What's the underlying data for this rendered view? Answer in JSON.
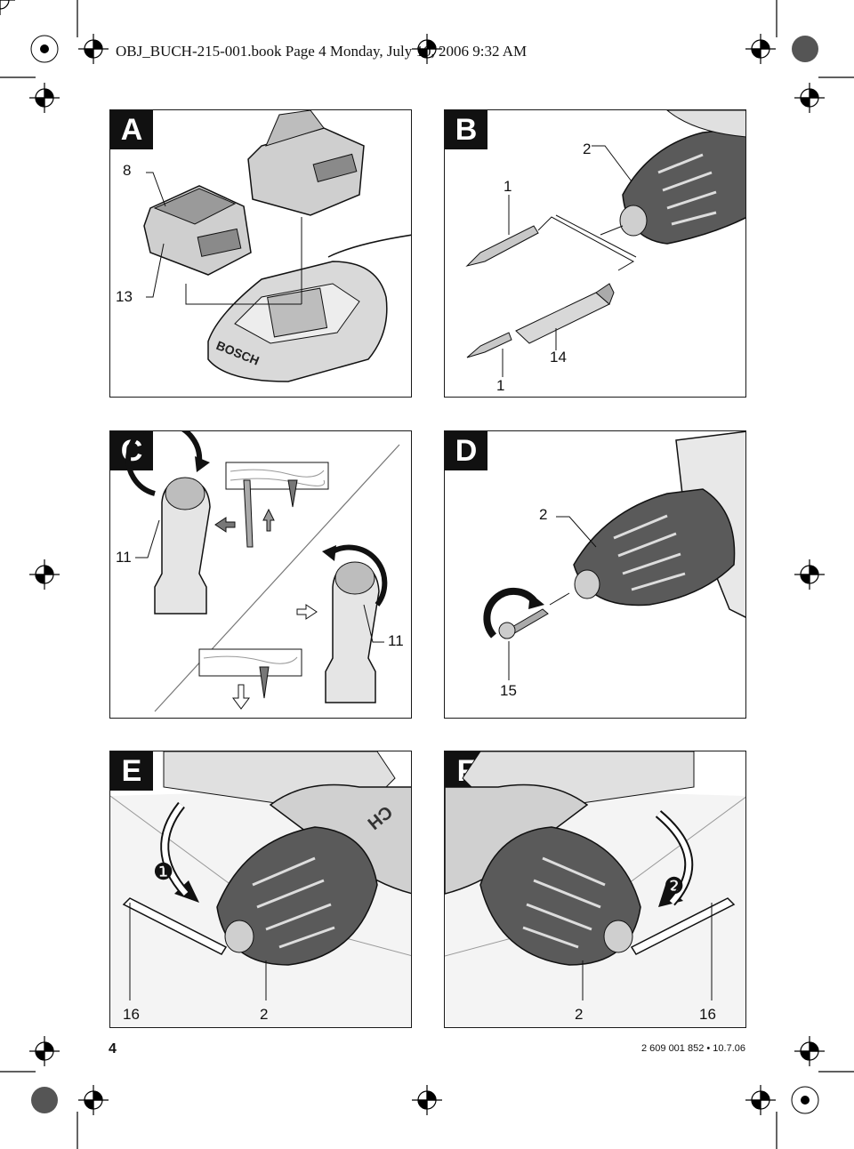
{
  "header": {
    "text": "OBJ_BUCH-215-001.book  Page 4  Monday, July 10, 2006  9:32 AM"
  },
  "panels": {
    "A": {
      "label": "A",
      "callouts": {
        "c8": "8",
        "c13": "13"
      },
      "brand": "BOSCH"
    },
    "B": {
      "label": "B",
      "callouts": {
        "c2": "2",
        "c1a": "1",
        "c14": "14",
        "c1b": "1"
      }
    },
    "C": {
      "label": "C",
      "callouts": {
        "c11a": "11",
        "c11b": "11"
      }
    },
    "D": {
      "label": "D",
      "callouts": {
        "c2": "2",
        "c15": "15"
      }
    },
    "E": {
      "label": "E",
      "callouts": {
        "step": "❶",
        "c16": "16",
        "c2": "2"
      },
      "brand": "CH"
    },
    "F": {
      "label": "F",
      "callouts": {
        "step": "❷",
        "c2": "2",
        "c16": "16"
      }
    }
  },
  "footer": {
    "page_number": "4",
    "doc_number": "2 609 001 852 • 10.7.06"
  }
}
